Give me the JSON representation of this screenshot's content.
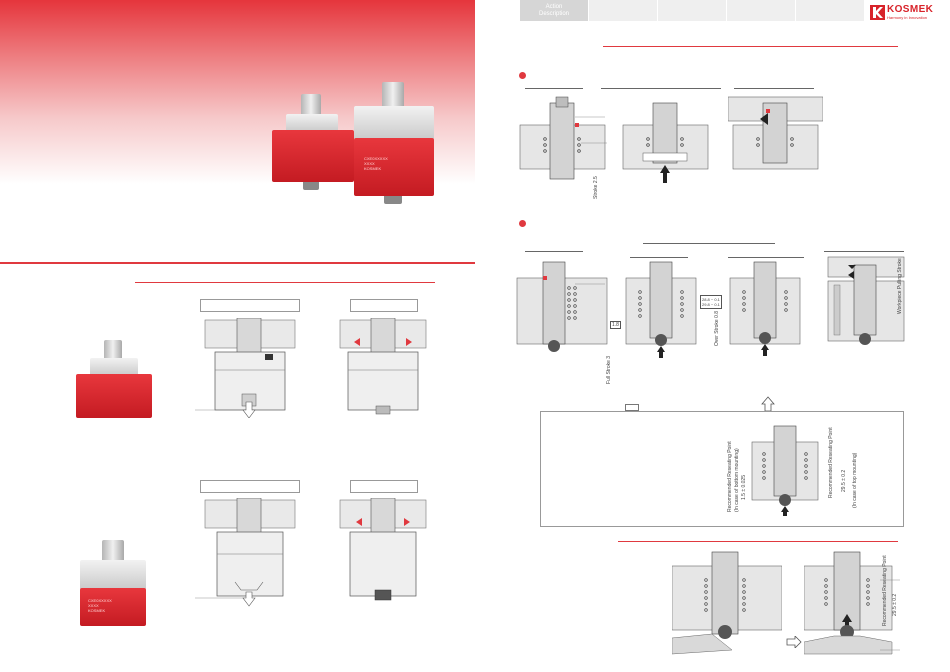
{
  "header": {
    "tab_active_line1": "Action",
    "tab_active_line2": "Description"
  },
  "brand": {
    "name": "KOSMEK",
    "tagline": "Harmony in Innovation",
    "color": "#d8232a"
  },
  "product_marks": {
    "hero_large": "CXE0XXXXX\nXXXX\nKOSMEK",
    "lower": "CXE0XXXXX\nXXXX\nKOSMEK"
  },
  "dimension_labels": {
    "stroke_2_5": "Stroke 2.5",
    "val_1_8": "1.8",
    "val_28_range": "28.8 ~ 0.1\n29.8 ~ 0.1",
    "overstroke": "Over Stroke 0.8",
    "fullstroke": "Full Stroke 3",
    "workpiece_pulling": "Workpiece Pulling Stroke",
    "reco_seating_1": "Recommended Reseating Point",
    "reco_seating_1b": "(In case of bottom mounting)",
    "reco_seating_1c": "1.5 ± 0.025",
    "reco_seating_2": "Recommended Reseating Point",
    "reco_seating_2b": "29.5 ± 0.2",
    "reco_seating_2c": "(In case of top mounting)",
    "reco_seating_3": "Recommended Reseating Point",
    "reco_seating_3b": "29.5 ± 0.2"
  },
  "colors": {
    "accent": "#e0393f",
    "body_red": "#d9262d",
    "cap_silver": "#d9d9d9"
  }
}
